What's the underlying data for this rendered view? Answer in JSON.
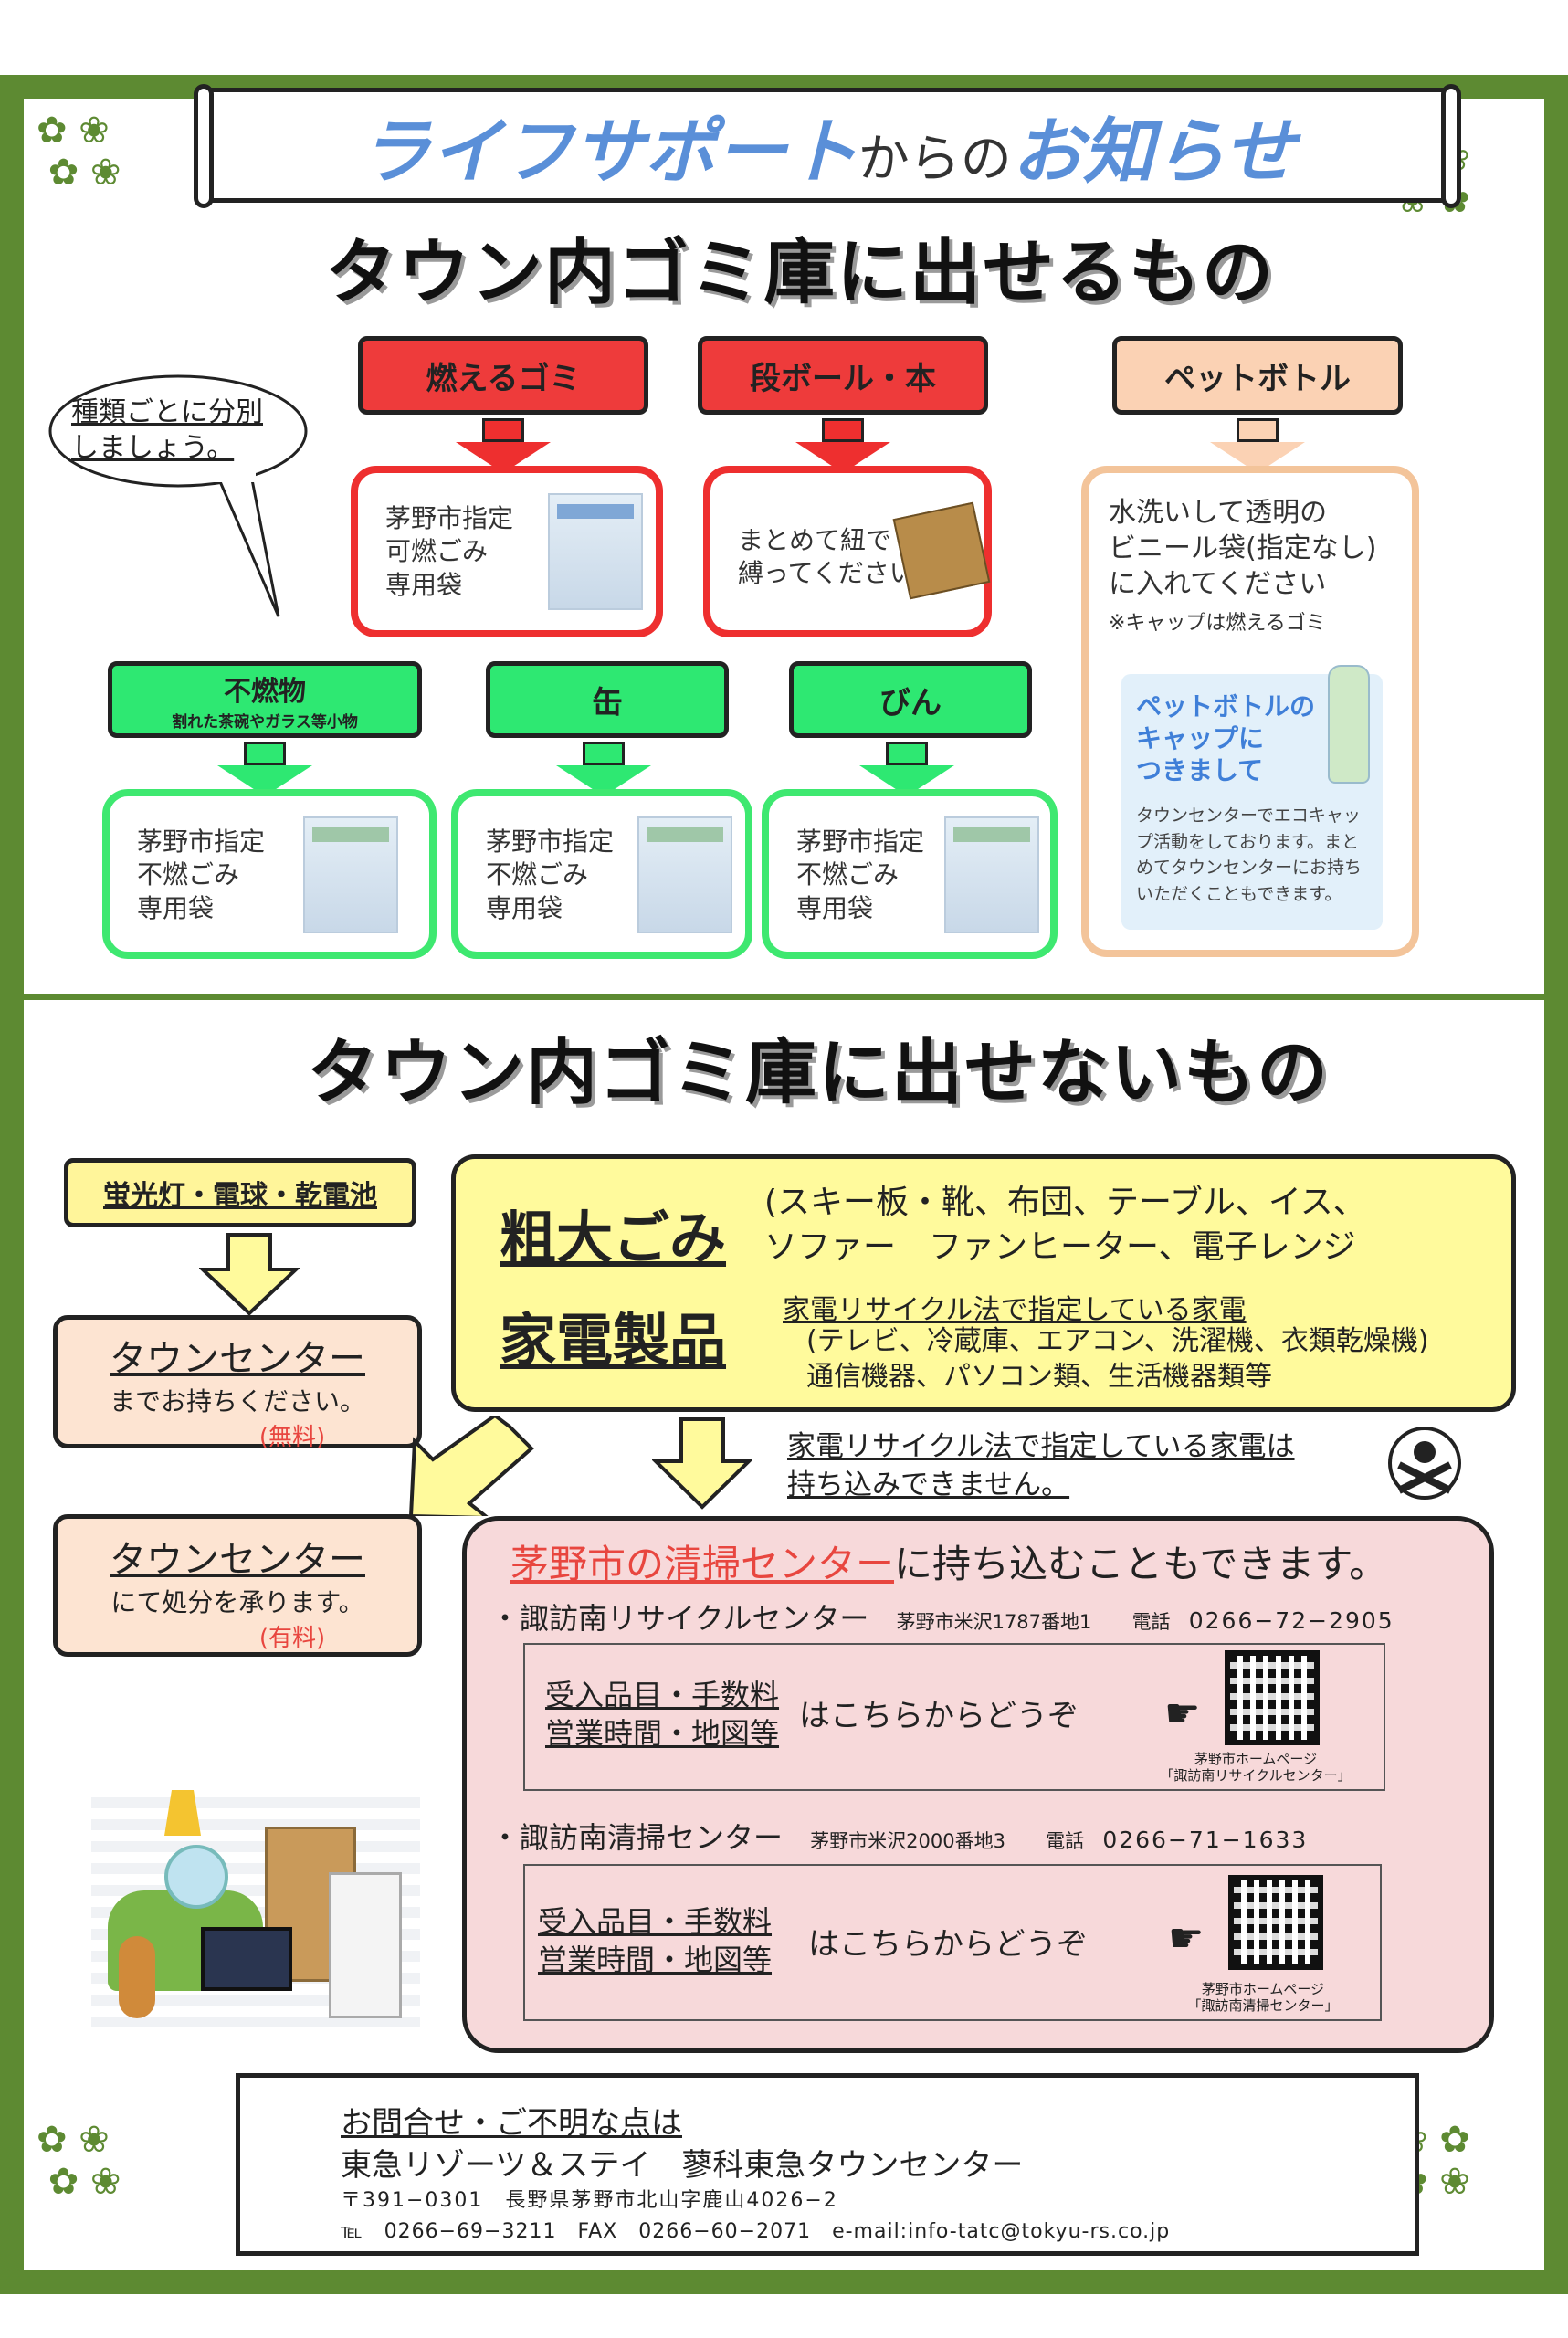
{
  "banner": {
    "part1": "ライフサポート",
    "part2": "からの",
    "part3": "お知らせ"
  },
  "section_can": {
    "title": "タウン内ゴミ庫に出せるもの",
    "bubble": "種類ごとに分別しましょう。",
    "categories": [
      {
        "label": "燃えるゴミ",
        "box": "茅野市指定\n可燃ごみ\n専用袋",
        "bag_label": "可燃ごみ専用袋"
      },
      {
        "label": "段ボール・本",
        "box": "まとめて紐で\n縛ってください"
      },
      {
        "label": "ペットボトル",
        "box": "水洗いして透明の\nビニール袋(指定なし)\nに入れてください",
        "note": "※キャップは燃えるゴミ",
        "cap_title": "ペットボトルの\nキャップに\nつきまして",
        "cap_text": "タウンセンターでエコキャップ活動をしております。まとめてタウンセンターにお持ちいただくこともできます。"
      },
      {
        "label": "不燃物",
        "sub": "割れた茶碗やガラス等小物",
        "box": "茅野市指定\n不燃ごみ\n専用袋",
        "bag_label": "不燃ごみ専用袋"
      },
      {
        "label": "缶",
        "box": "茅野市指定\n不燃ごみ\n専用袋",
        "bag_label": "不燃ごみ専用袋"
      },
      {
        "label": "びん",
        "box": "茅野市指定\n不燃ごみ\n専用袋",
        "bag_label": "不燃ごみ専用袋"
      }
    ]
  },
  "section_cannot": {
    "title": "タウン内ゴミ庫に出せないもの",
    "lamp_label": "蛍光灯・電球・乾電池",
    "town_free": {
      "title": "タウンセンター",
      "text": "までお持ちください。",
      "price": "(無料)"
    },
    "town_paid": {
      "title": "タウンセンター",
      "text": "にて処分を承ります。",
      "price": "(有料)"
    },
    "bulky": {
      "title": "粗大ごみ",
      "items": "(スキー板・靴、布団、テーブル、イス、\nソファー　ファンヒーター、電子レンジ"
    },
    "appliance": {
      "title": "家電製品",
      "law": "家電リサイクル法で指定している家電",
      "items": "(テレビ、冷蔵庫、エアコン、洗濯機、衣類乾燥機)\n通信機器、パソコン類、生活機器類等"
    },
    "warning": "家電リサイクル法で指定している家電は\n持ち込みできません。",
    "center": {
      "headline_link": "茅野市の清掃センター",
      "headline_rest": "に持ち込むこともできます。",
      "facilities": [
        {
          "name": "・諏訪南リサイクルセンター",
          "address": "茅野市米沢1787番地1",
          "tel_label": "電話",
          "tel": "0266−72−2905",
          "link1": "受入品目・手数料",
          "link2": "営業時間・地図等",
          "guide": "はこちらからどうぞ",
          "qr_caption": "茅野市ホームページ\n「諏訪南リサイクルセンター」"
        },
        {
          "name": "・諏訪南清掃センター",
          "address": "茅野市米沢2000番地3",
          "tel_label": "電話",
          "tel": "0266−71−1633",
          "link1": "受入品目・手数料",
          "link2": "営業時間・地図等",
          "guide": "はこちらからどうぞ",
          "qr_caption": "茅野市ホームページ\n「諏訪南清掃センター」"
        }
      ]
    }
  },
  "contact": {
    "heading": "お問合せ・ご不明な点は",
    "org": "東急リゾーツ＆ステイ　蓼科東急タウンセンター",
    "address": "〒391−0301　長野県茅野市北山字鹿山4026−2",
    "tel": "℡　0266−69−3211　FAX　0266−60−2071　e-mail:info-tatc@tokyu-rs.co.jp"
  },
  "colors": {
    "frame": "#5d8a32",
    "red": "#ee2f2f",
    "green": "#2ee872",
    "orange": "#fbd2b4",
    "yellow": "#fffa9c",
    "pink": "#f7d9da",
    "link": "#e8463f"
  }
}
